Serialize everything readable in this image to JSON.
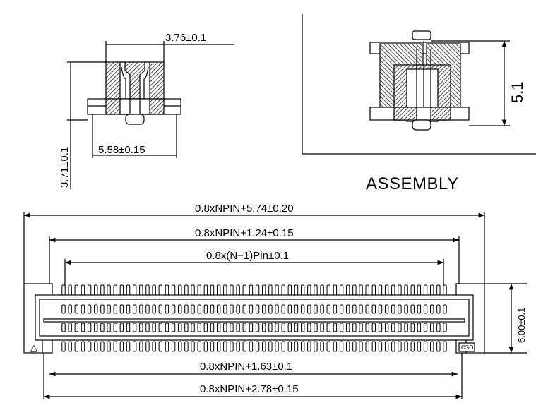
{
  "dimensions": {
    "side_top_width": "3.76±0.1",
    "side_base_width": "5.58±0.15",
    "side_height": "3.71±0.1",
    "assembly_height": "5.1",
    "overall_length": "0.8xNPIN+5.74±0.20",
    "housing_length": "0.8xNPIN+1.24±0.15",
    "pin_span": "0.8x(N−1)Pin±0.1",
    "bottom_length_1": "0.8xNPIN+1.63±0.1",
    "bottom_length_2": "0.8xNPIN+2.78±0.15",
    "overall_width": "6.00±0.1"
  },
  "labels": {
    "assembly": "ASSEMBLY",
    "pin1_marker": "△",
    "reference": "CSO"
  },
  "drawing": {
    "pin_count_per_row": 60,
    "line_color": "#000000",
    "hatch_color": "#333333"
  }
}
